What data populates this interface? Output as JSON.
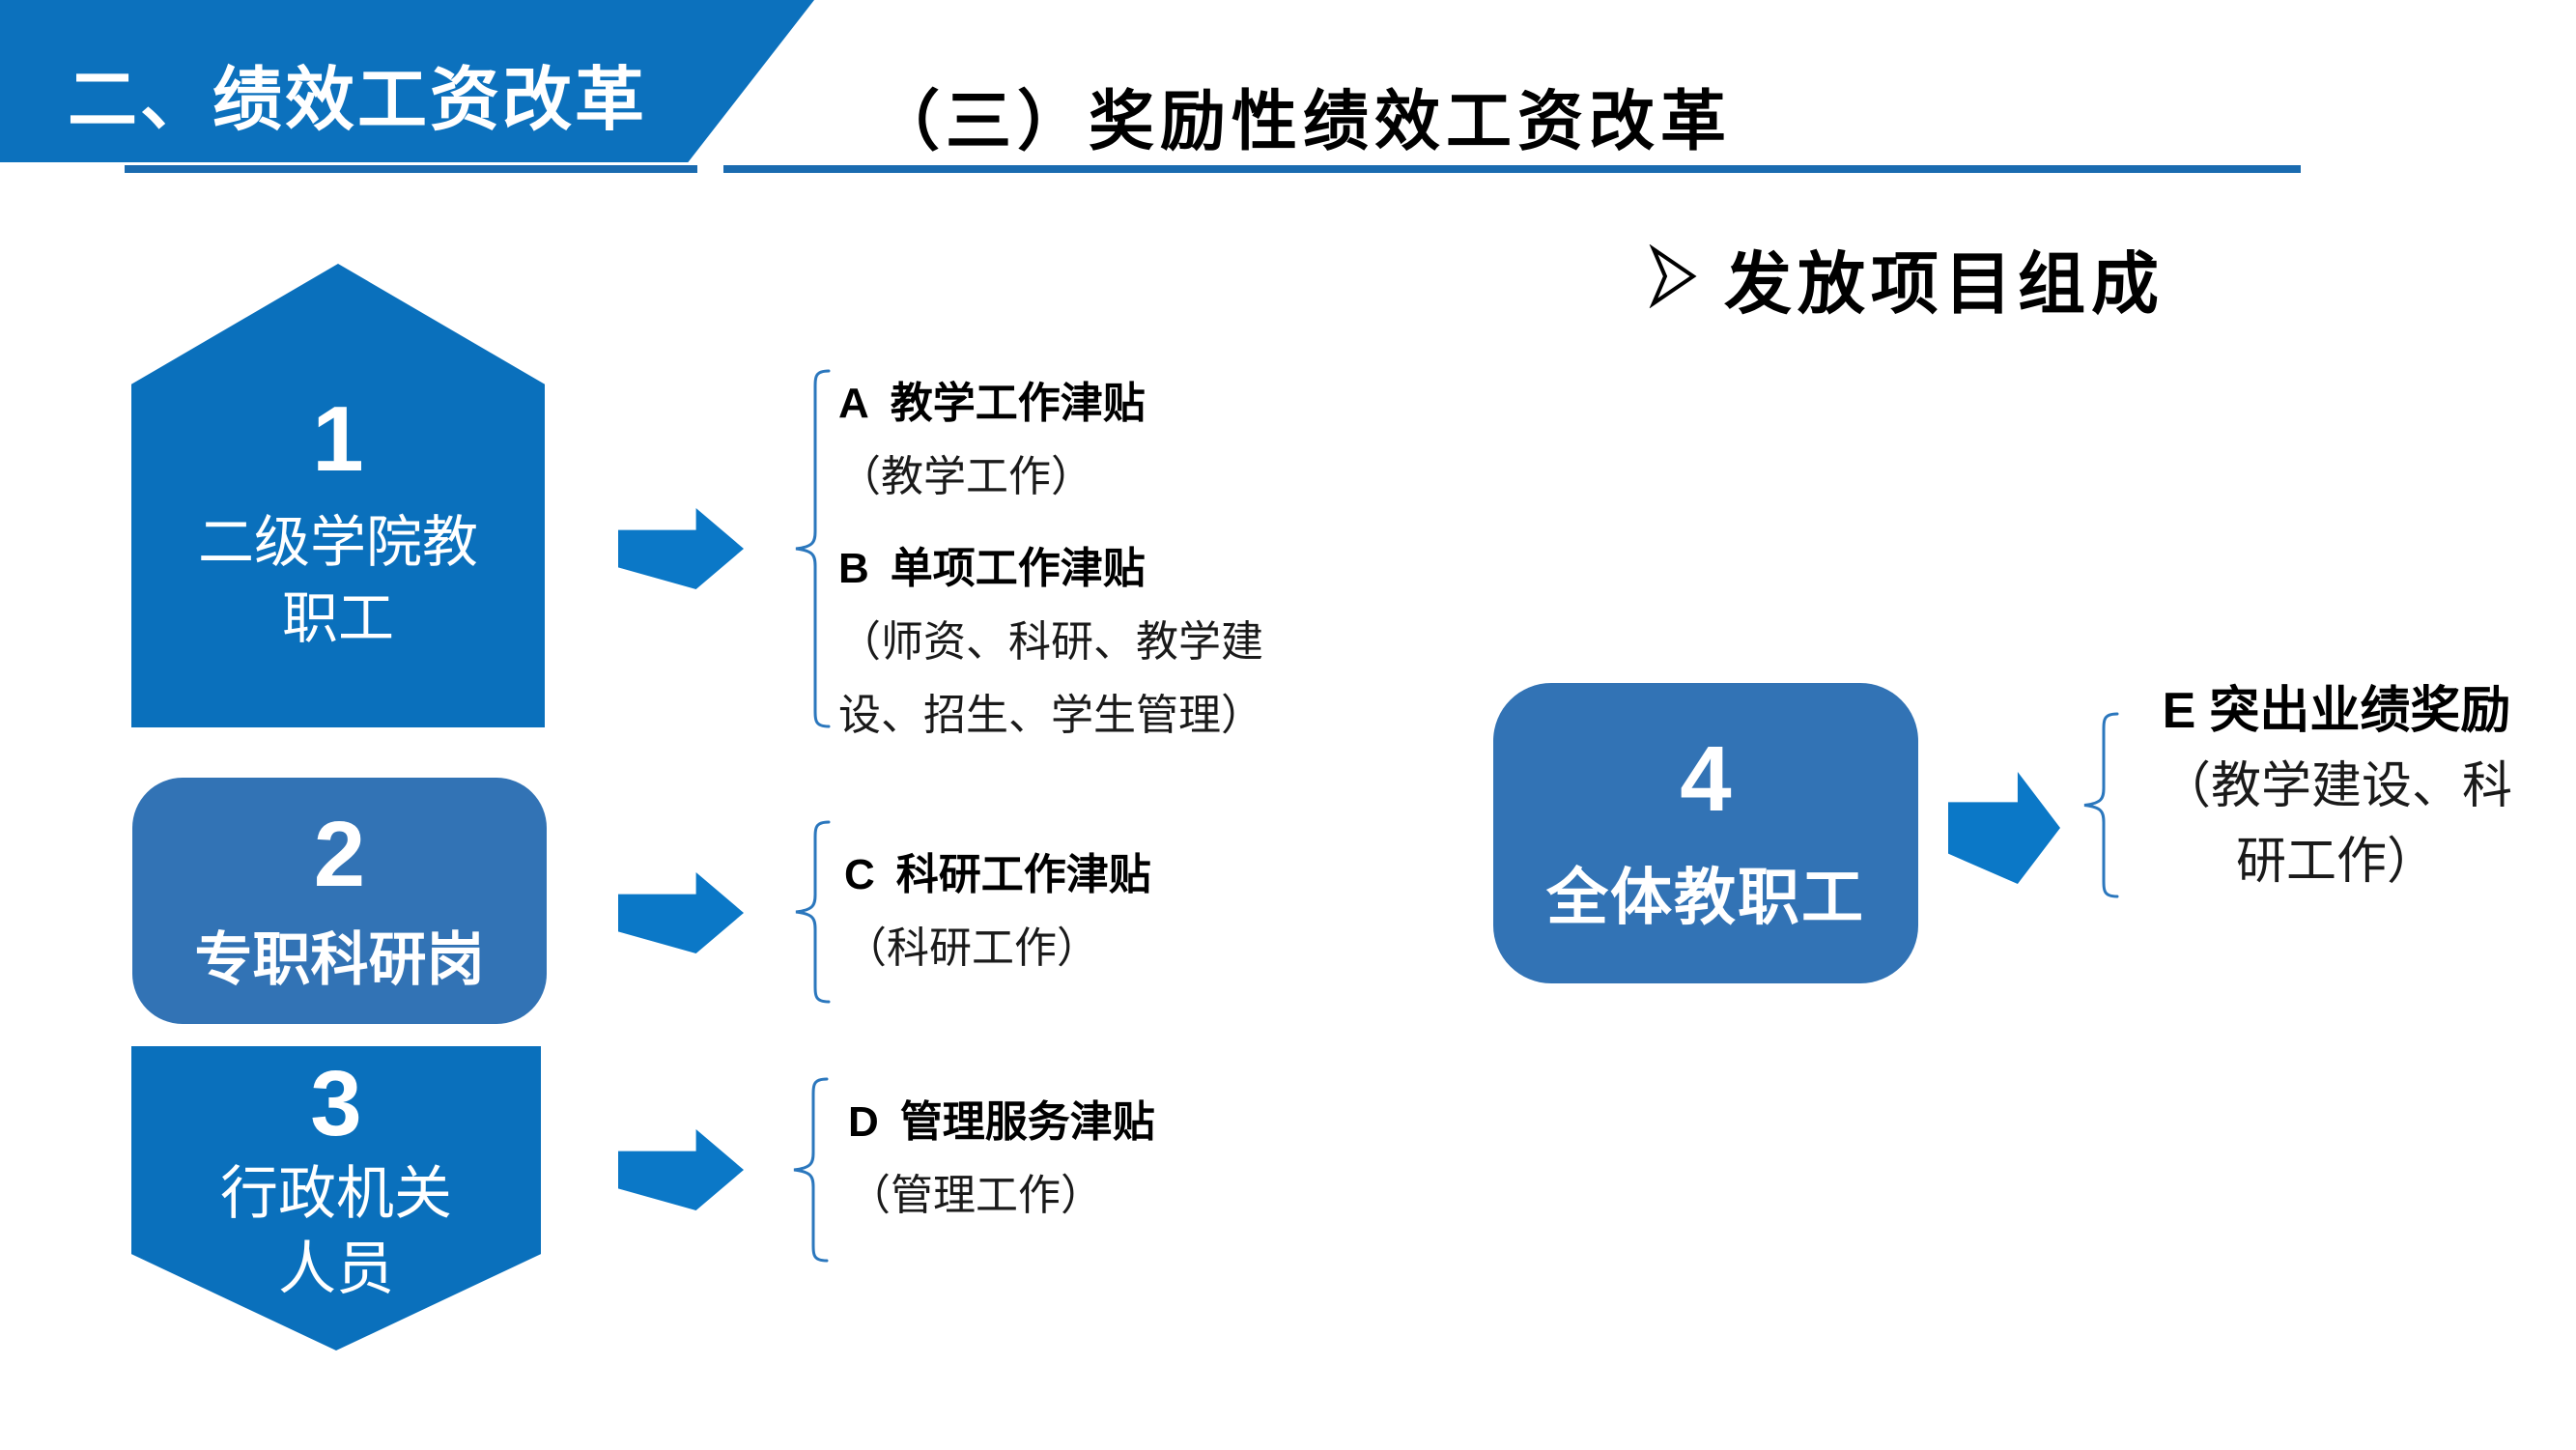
{
  "slide": {
    "banner": {
      "label": "二、绩效工资改革"
    },
    "title": "（三）奖励性绩效工资改革",
    "bullet": {
      "icon": "arrowhead-right-icon",
      "text": "发放项目组成"
    }
  },
  "groups": [
    {
      "number": "1",
      "lines": [
        "二级学院教",
        "职工"
      ]
    },
    {
      "number": "2",
      "lines": [
        "专职科研岗"
      ]
    },
    {
      "number": "3",
      "lines": [
        "行政机关",
        "人员"
      ]
    },
    {
      "number": "4",
      "lines": [
        "全体教职工"
      ]
    }
  ],
  "allowances": [
    {
      "code": "A",
      "title": "教学工作津贴",
      "details": [
        "（教学工作）"
      ]
    },
    {
      "code": "B",
      "title": "单项工作津贴",
      "details": [
        "（师资、科研、教学建",
        "设、招生、学生管理）"
      ]
    },
    {
      "code": "C",
      "title": "科研工作津贴",
      "details": [
        "（科研工作）"
      ]
    },
    {
      "code": "D",
      "title": "管理服务津贴",
      "details": [
        "（管理工作）"
      ]
    },
    {
      "code": "E",
      "title": "突出业绩奖励",
      "details": [
        "（教学建设、科",
        "研工作）"
      ]
    }
  ],
  "colors": {
    "primary_blue": "#0a70bc",
    "muted_blue": "#3273b5",
    "arrow_blue": "#0b78c7",
    "rule_blue": "#1a6bb0",
    "banner_text": "#ffffff",
    "heading_text": "#000000",
    "body_text": "#1a1a1a"
  }
}
